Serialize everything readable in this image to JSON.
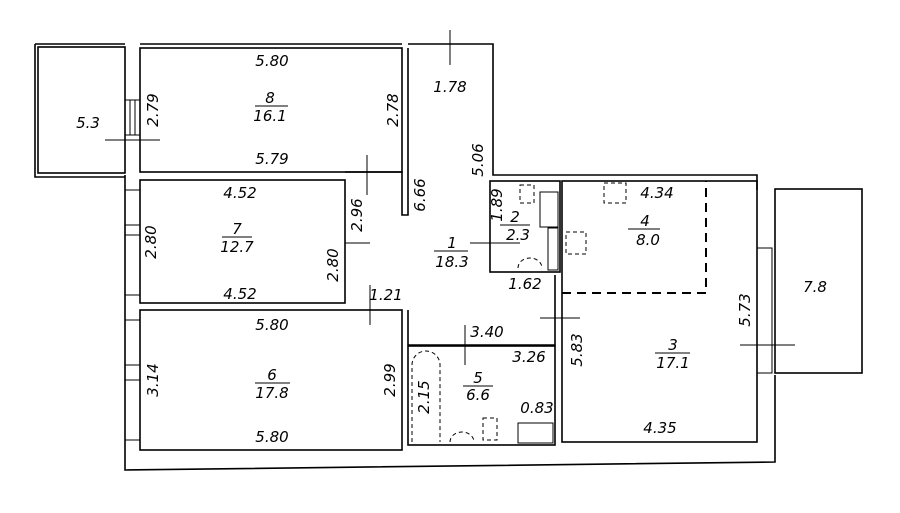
{
  "balconies": {
    "left_area": "5.3",
    "right_area": "7.8"
  },
  "rooms": [
    {
      "id": "1",
      "area": "18.3",
      "dims": [
        "1.78",
        "5.06",
        "6.66",
        "1.21",
        "3.40",
        "1.62"
      ]
    },
    {
      "id": "2",
      "area": "2.3",
      "dims": [
        "1.89"
      ]
    },
    {
      "id": "3",
      "area": "17.1",
      "dims": [
        "5.83",
        "5.73",
        "4.35"
      ]
    },
    {
      "id": "4",
      "area": "8.0",
      "dims": [
        "4.34"
      ]
    },
    {
      "id": "5",
      "area": "6.6",
      "dims": [
        "3.26",
        "2.15",
        "0.83"
      ]
    },
    {
      "id": "6",
      "area": "17.8",
      "dims": [
        "5.80",
        "3.14",
        "2.99",
        "5.80"
      ]
    },
    {
      "id": "7",
      "area": "12.7",
      "dims": [
        "4.52",
        "2.80",
        "2.80",
        "4.52",
        "2.96"
      ]
    },
    {
      "id": "8",
      "area": "16.1",
      "dims": [
        "5.80",
        "2.79",
        "2.78",
        "5.79"
      ]
    }
  ]
}
